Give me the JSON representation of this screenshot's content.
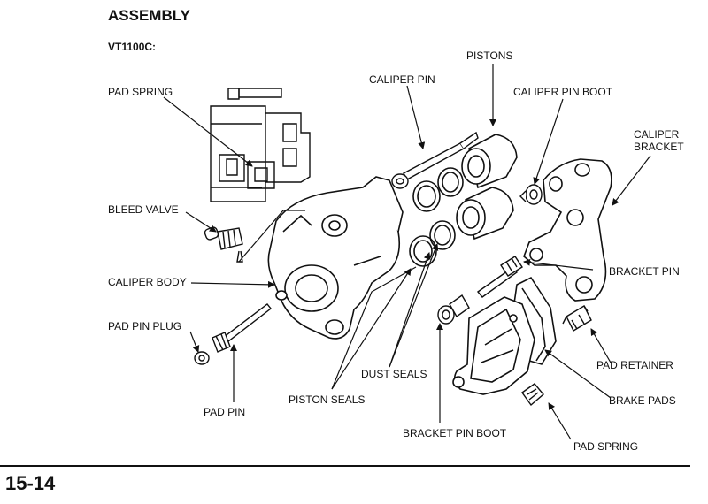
{
  "header": {
    "title": "ASSEMBLY",
    "model": "VT1100C:"
  },
  "labels": {
    "pistons": "PISTONS",
    "caliper_pin": "CALIPER PIN",
    "caliper_pin_boot": "CALIPER PIN BOOT",
    "pad_spring_top": "PAD SPRING",
    "caliper_bracket_line1": "CALIPER",
    "caliper_bracket_line2": "BRACKET",
    "bleed_valve": "BLEED VALVE",
    "bracket_pin": "BRACKET PIN",
    "caliper_body": "CALIPER BODY",
    "pad_pin_plug": "PAD PIN PLUG",
    "pad_retainer": "PAD RETAINER",
    "dust_seals": "DUST SEALS",
    "piston_seals": "PISTON SEALS",
    "brake_pads": "BRAKE PADS",
    "pad_pin": "PAD PIN",
    "bracket_pin_boot": "BRACKET PIN BOOT",
    "pad_spring_bottom": "PAD SPRING"
  },
  "footer": {
    "page_number": "15-14"
  }
}
